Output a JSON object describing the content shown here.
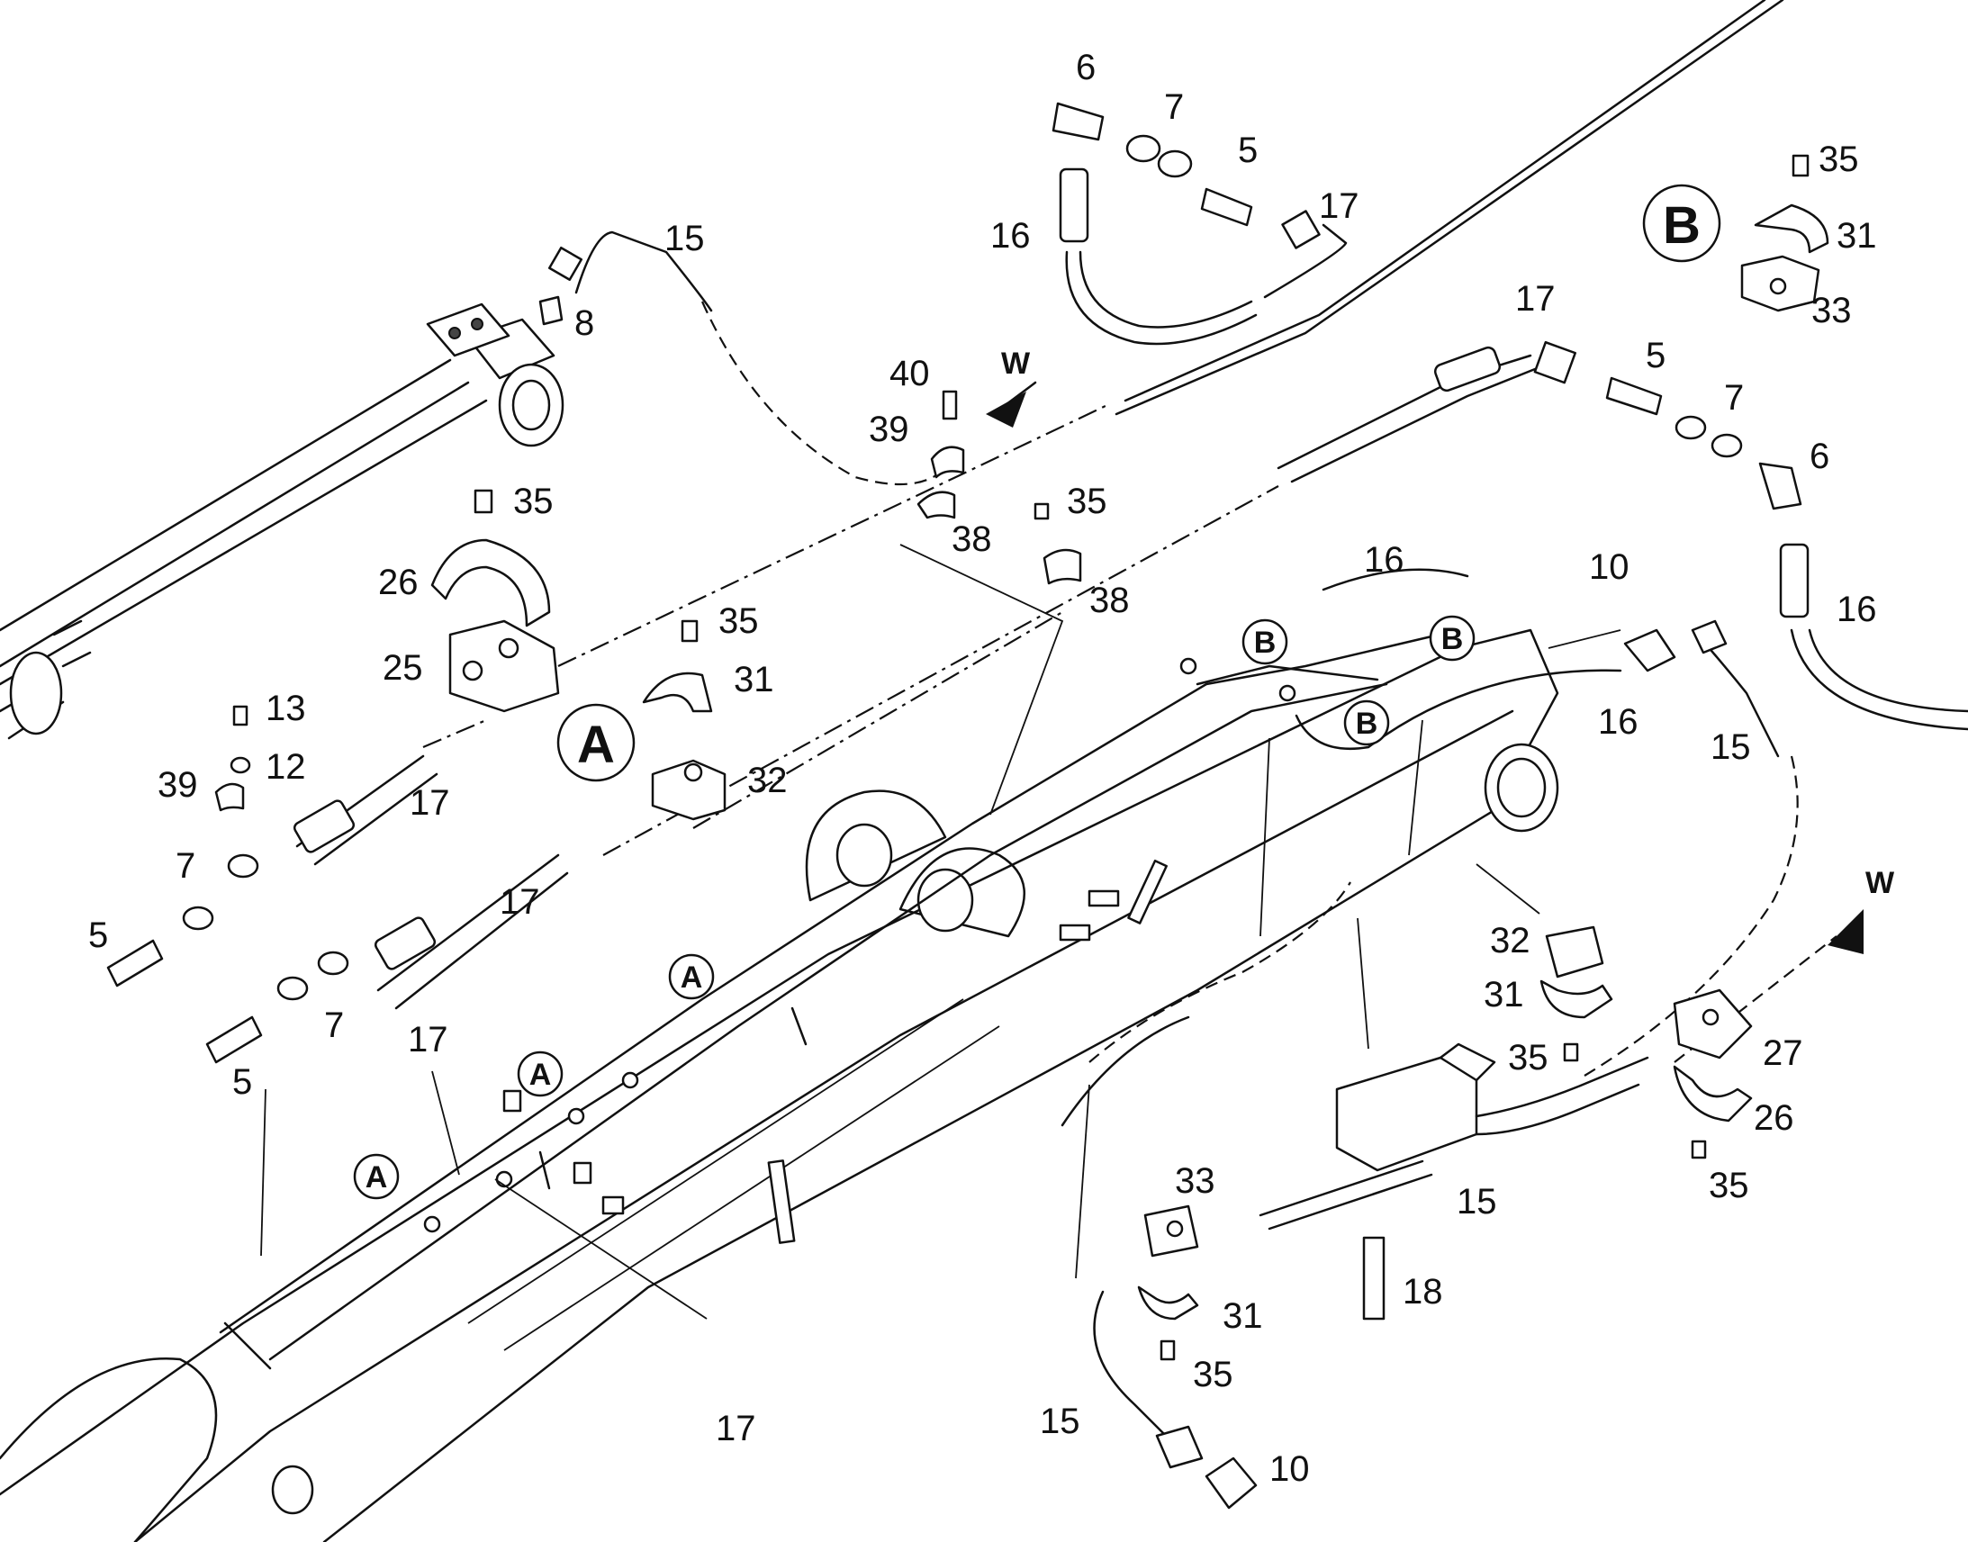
{
  "views": {
    "a": "A",
    "b": "B",
    "w": "W"
  },
  "callouts": [
    {
      "id": "c6a",
      "text": "6"
    },
    {
      "id": "c7a",
      "text": "7"
    },
    {
      "id": "c5a",
      "text": "5"
    },
    {
      "id": "c17a",
      "text": "17"
    },
    {
      "id": "c16a",
      "text": "16"
    },
    {
      "id": "c15a",
      "text": "15"
    },
    {
      "id": "c8",
      "text": "8"
    },
    {
      "id": "c40",
      "text": "40"
    },
    {
      "id": "c39a",
      "text": "39"
    },
    {
      "id": "c38a",
      "text": "38"
    },
    {
      "id": "c35a",
      "text": "35"
    },
    {
      "id": "c26a",
      "text": "26"
    },
    {
      "id": "c25",
      "text": "25"
    },
    {
      "id": "c35b",
      "text": "35"
    },
    {
      "id": "c38b",
      "text": "38"
    },
    {
      "id": "c35c",
      "text": "35"
    },
    {
      "id": "c31a",
      "text": "31"
    },
    {
      "id": "c32a",
      "text": "32"
    },
    {
      "id": "c13",
      "text": "13"
    },
    {
      "id": "c12",
      "text": "12"
    },
    {
      "id": "c39b",
      "text": "39"
    },
    {
      "id": "c17b",
      "text": "17"
    },
    {
      "id": "c7b",
      "text": "7"
    },
    {
      "id": "c5b",
      "text": "5"
    },
    {
      "id": "c17c",
      "text": "17"
    },
    {
      "id": "c7c",
      "text": "7"
    },
    {
      "id": "c5c",
      "text": "5"
    },
    {
      "id": "c17d",
      "text": "17"
    },
    {
      "id": "c17e",
      "text": "17"
    },
    {
      "id": "c35d",
      "text": "35"
    },
    {
      "id": "c31b",
      "text": "31"
    },
    {
      "id": "c33a",
      "text": "33"
    },
    {
      "id": "c17f",
      "text": "17"
    },
    {
      "id": "c5d",
      "text": "5"
    },
    {
      "id": "c7d",
      "text": "7"
    },
    {
      "id": "c6b",
      "text": "6"
    },
    {
      "id": "c16b",
      "text": "16"
    },
    {
      "id": "c10a",
      "text": "10"
    },
    {
      "id": "c16c",
      "text": "16"
    },
    {
      "id": "c16d",
      "text": "16"
    },
    {
      "id": "c15b",
      "text": "15"
    },
    {
      "id": "c32b",
      "text": "32"
    },
    {
      "id": "c31c",
      "text": "31"
    },
    {
      "id": "c35e",
      "text": "35"
    },
    {
      "id": "c27",
      "text": "27"
    },
    {
      "id": "c26b",
      "text": "26"
    },
    {
      "id": "c35f",
      "text": "35"
    },
    {
      "id": "c15c",
      "text": "15"
    },
    {
      "id": "c18",
      "text": "18"
    },
    {
      "id": "c33b",
      "text": "33"
    },
    {
      "id": "c31d",
      "text": "31"
    },
    {
      "id": "c35g",
      "text": "35"
    },
    {
      "id": "c15d",
      "text": "15"
    },
    {
      "id": "c10b",
      "text": "10"
    }
  ]
}
